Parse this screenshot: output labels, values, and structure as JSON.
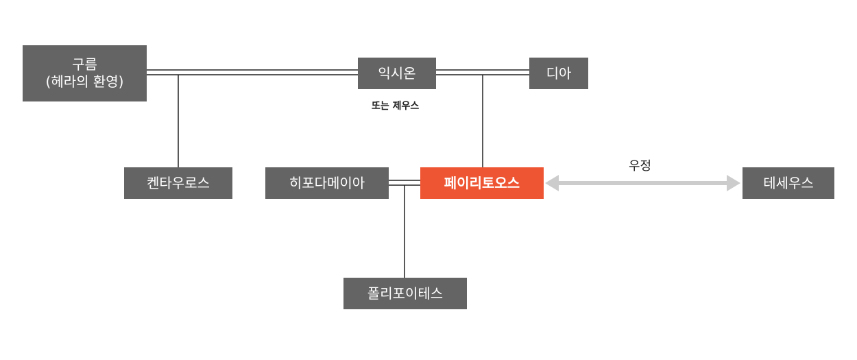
{
  "colors": {
    "node": "#646464",
    "accent": "#ee5533",
    "line": "#222222",
    "arrow": "#cccccc"
  },
  "nodes": {
    "cloud": {
      "line1": "구름",
      "line2": "(헤라의 환영)"
    },
    "ixion": "익시온",
    "dia": "디아",
    "centaurs": "켄타우로스",
    "hippodamia": "히포다메이아",
    "peirithous": "페이리토오스",
    "theseus": "테세우스",
    "polypoetes": "폴리포이테스"
  },
  "labels": {
    "ixion_alt": "또는 제우스",
    "friendship": "우정"
  }
}
